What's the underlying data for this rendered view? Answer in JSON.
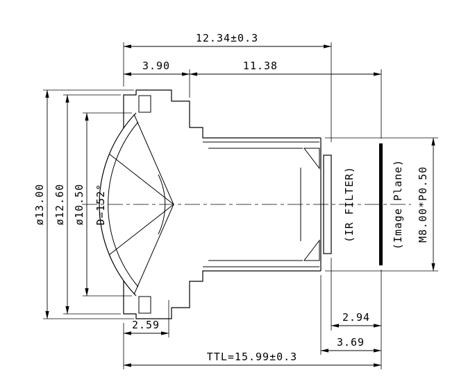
{
  "drawing": {
    "kind": "lens-cross-section-engineering-drawing",
    "dims": {
      "overall_top": "12.34±0.3",
      "front_len": "3.90",
      "rear_len": "11.38",
      "dia_outer": "ø13.00",
      "dia_mid": "ø12.60",
      "dia_lens": "ø10.50",
      "fov": "D=152°",
      "ir_filter": "(IR FILTER)",
      "image_plane": "(Image Plane)",
      "thread": "M8.00*P0.50",
      "front_offset": "2.59",
      "bf_filter": "2.94",
      "bf_mech": "3.69",
      "ttl": "TTL=15.99±0.3"
    },
    "line_color": "#000000",
    "background": "#ffffff"
  }
}
